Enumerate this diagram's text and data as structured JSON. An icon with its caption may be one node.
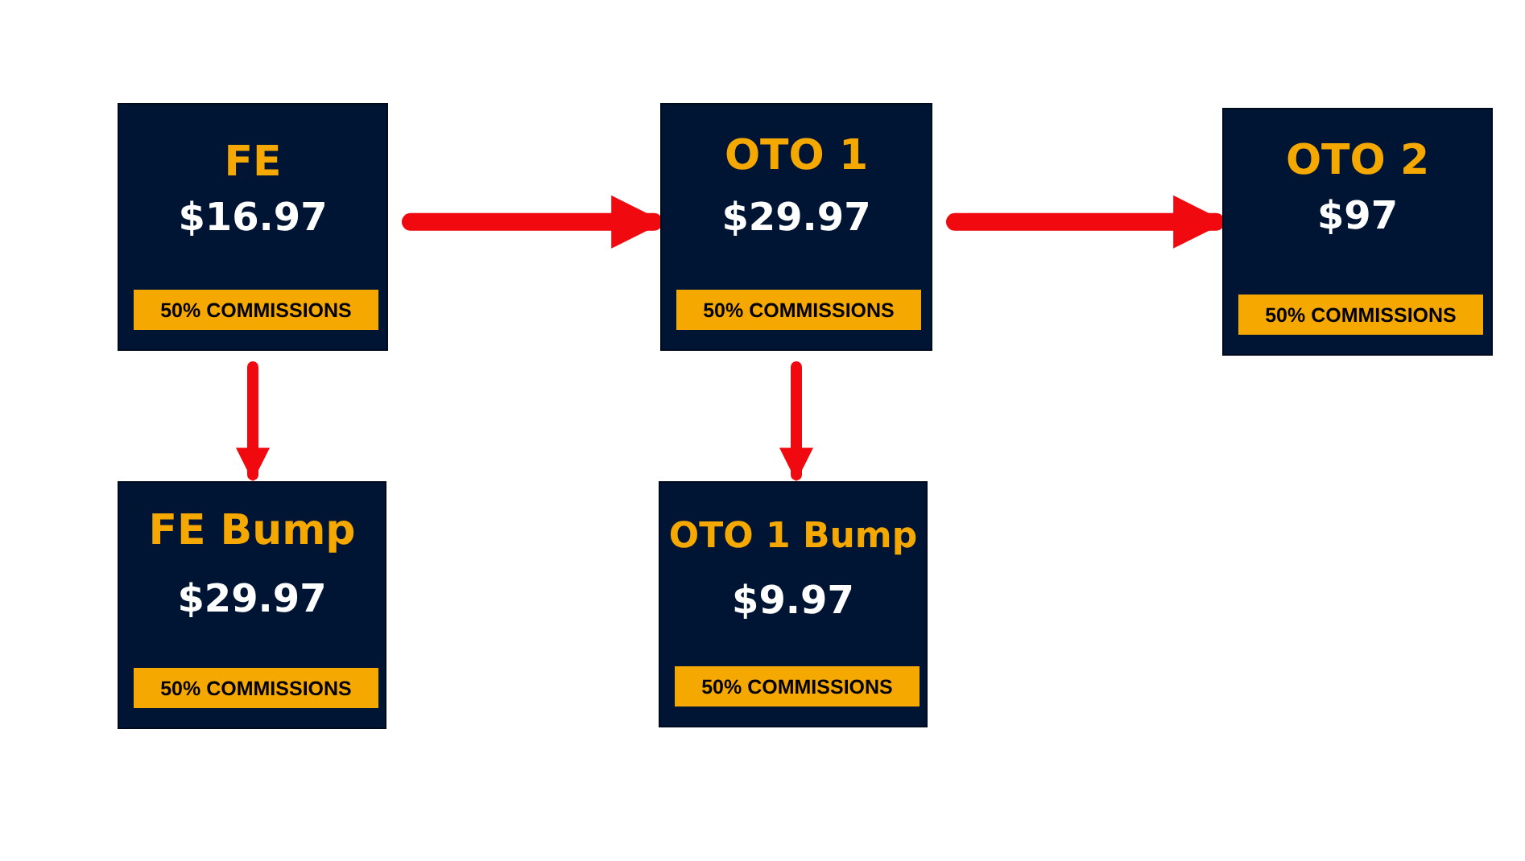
{
  "diagram": {
    "nodes": [
      {
        "text": [
          "FE",
          "$16.97"
        ]
      },
      {
        "text": [
          "50% COMMISSIONS"
        ],
        "in": 0
      },
      {
        "text": [
          "OTO 1",
          "$29.97"
        ]
      },
      {
        "text": [
          "50% COMMISSIONS"
        ],
        "in": 2
      },
      {
        "text": [
          "OTO 2",
          "$97"
        ]
      },
      {
        "text": [
          "50% COMMISSIONS"
        ],
        "in": 4
      },
      {
        "text": [
          "FE Bump",
          "$29.97"
        ]
      },
      {
        "text": [
          "50% COMMISSIONS"
        ],
        "in": 6
      },
      {
        "text": [
          "OTO 1 Bump",
          "$9.97"
        ]
      },
      {
        "text": [
          "50% COMMISSIONS"
        ],
        "in": 8
      }
    ],
    "edges": [
      {
        "from": 0,
        "to": 2,
        "arrow": "to"
      },
      {
        "from": 2,
        "to": 4,
        "arrow": "to"
      },
      {
        "from": 0,
        "to": 6,
        "arrow": "to"
      },
      {
        "from": 2,
        "to": 8,
        "arrow": "to"
      }
    ]
  }
}
